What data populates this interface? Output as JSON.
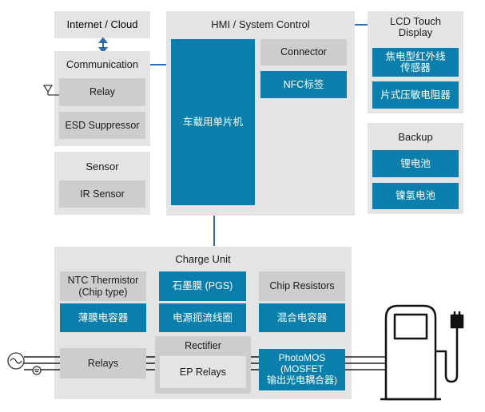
{
  "internet_cloud": "Internet / Cloud",
  "communication": {
    "title": "Communication",
    "relay": "Relay",
    "esd": "ESD Suppressor"
  },
  "sensor": {
    "title": "Sensor",
    "ir": "IR Sensor"
  },
  "hmi": {
    "title": "HMI / System Control",
    "mcu": "车载用单片机",
    "connector": "Connector",
    "nfc": "NFC标签"
  },
  "lcd": {
    "title_line1": "LCD Touch",
    "title_line2": "Display",
    "item1_line1": "焦电型红外线",
    "item1_line2": "传感器",
    "item2": "片式压敏电阻器"
  },
  "backup": {
    "title": "Backup",
    "item1": "锂电池",
    "item2": "镍氢电池"
  },
  "charge": {
    "title": "Charge Unit",
    "ntc_line1": "NTC Thermistor",
    "ntc_line2": "(Chip type)",
    "pgs": "石墨膜 (PGS)",
    "chip_resistors": "Chip Resistors",
    "film_cap": "薄膜电容器",
    "choke": "电源扼流线圈",
    "hybrid_cap": "混合电容器",
    "relays": "Relays",
    "rectifier": "Rectifier",
    "ep_relays": "EP Relays",
    "photomos_line1": "PhotoMOS",
    "photomos_line2": "(MOSFET",
    "photomos_line3": "输出光电耦合器)"
  },
  "colors": {
    "panel": "#e4e4e4",
    "gray_box": "#cdcdcd",
    "blue_box": "#0b7fab",
    "connector_line": "#2f6db0"
  }
}
